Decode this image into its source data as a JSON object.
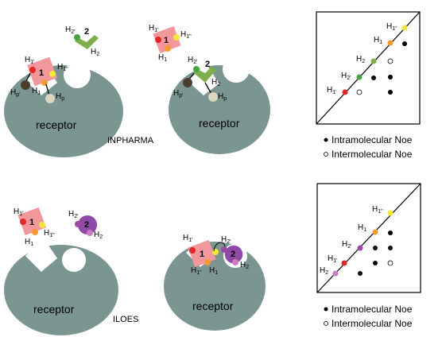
{
  "receptor_label": "receptor",
  "captions": {
    "top": "INPHARMA",
    "bottom": "ILOES"
  },
  "ligand_numbers": {
    "one": "1",
    "two": "2"
  },
  "h_letter": "H",
  "subs": {
    "p_prime": "p'",
    "p": "p",
    "one": "1",
    "one_prime": "1'",
    "one_dprime": "1\"",
    "two": "2",
    "two_prime": "2'"
  },
  "legend": {
    "intramolecular": "Intramolecular Noe",
    "intermolecular": "Intermolecular Noe"
  },
  "colors": {
    "receptor": "#7b9690",
    "ligand1": "#f2979c",
    "ligand2_top": "#7eae4e",
    "ligand2_bottom": "#8e4aa6",
    "h1_prime": "#e32626",
    "h1": "#f59a2e",
    "h1_dprime": "#f2e838",
    "h2_prime_top": "#4ba443",
    "h2_top": "#7eae4e",
    "h2_prime_bottom": "#9c4aa4",
    "h2_bottom": "#d07ac4",
    "hp_prime": "#4a3f2e",
    "hp": "#ddd6bf"
  },
  "spectra": [
    {
      "name": "inpharma-spectrum",
      "diagonal_peaks": [
        "H1'",
        "H2'",
        "H2",
        "H1",
        "H1\""
      ],
      "cross_peaks_intramolecular": 4,
      "cross_peaks_intermolecular": 2
    },
    {
      "name": "iloes-spectrum",
      "diagonal_peaks": [
        "H2",
        "H1'",
        "H2'",
        "H1",
        "H1\""
      ],
      "cross_peaks_intramolecular": 5,
      "cross_peaks_intermolecular": 1
    }
  ]
}
